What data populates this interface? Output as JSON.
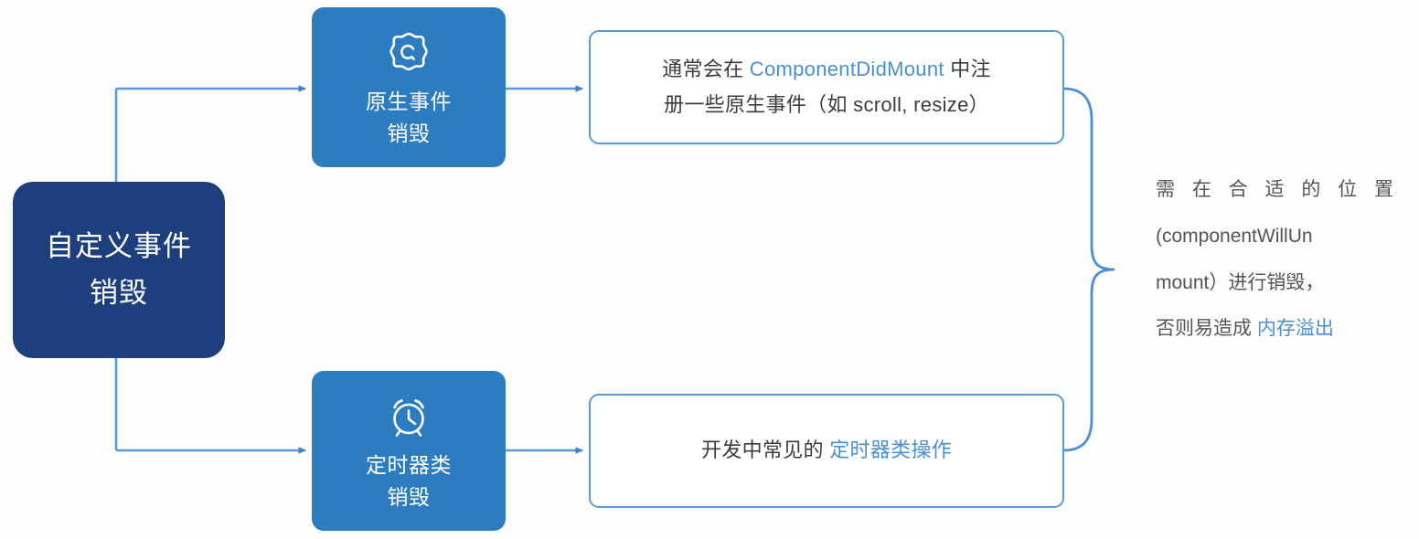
{
  "diagram": {
    "type": "flow-mindmap",
    "title": "自定义事件销毁",
    "colors": {
      "root_fill": "#1e3f7d",
      "branch_fill": "#2d7cbf",
      "box_border": "#5b9bd5",
      "connector": "#4a8fd1",
      "accent_text": "#4a8fd1",
      "body_text": "#3c3c3c",
      "background": "#fdfdfd"
    },
    "root": {
      "line1": "自定义事件",
      "line2": "销毁"
    },
    "branches": [
      {
        "icon": "gear-flower-icon",
        "line1": "原生事件",
        "line2": "销毁",
        "description": {
          "pre": "通常会在 ",
          "accent": "ComponentDidMount",
          "post": " 中注",
          "line2": "册一些原生事件（如 scroll, resize）"
        }
      },
      {
        "icon": "alarm-clock-icon",
        "line1": "定时器类",
        "line2": "销毁",
        "description": {
          "pre": "开发中常见的 ",
          "accent": "定时器类操作",
          "post": ""
        }
      }
    ],
    "conclusion": {
      "line1": "需 在 合 适 的 位 置",
      "line2": "(componentWillUn",
      "line3": "mount）进行销毁，",
      "line4_pre": "否则易造成 ",
      "line4_accent": "内存溢出"
    }
  }
}
